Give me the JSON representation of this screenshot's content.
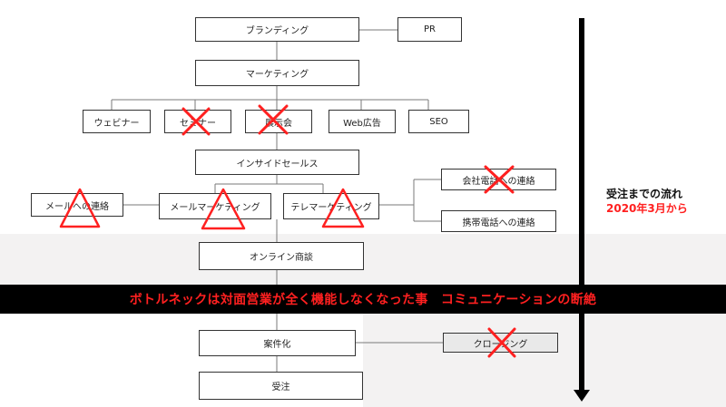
{
  "nodes": {
    "branding": "ブランディング",
    "pr": "PR",
    "marketing": "マーケティング",
    "webinar": "ウェビナー",
    "seminar": "セミナー",
    "exhibition": "展示会",
    "web_ad": "Web広告",
    "seo": "SEO",
    "inside_sales": "インサイドセールス",
    "mail_contact": "メールへの連絡",
    "mail_marketing": "メールマーケティング",
    "telemarketing": "テレマーケティング",
    "office_phone": "会社電話への連絡",
    "mobile_phone": "携帯電話への連絡",
    "online_meeting": "オンライン商談",
    "deal": "案件化",
    "closing": "クロージング",
    "order": "受注"
  },
  "banner_text": "ボトルネックは対面営業が全く機能しなくなった事　コミュニケーションの断絶",
  "side_label": {
    "line1": "受注までの流れ",
    "line2": "2020年3月から"
  },
  "colors": {
    "mark_red": "#ff2020",
    "banner_bg": "#000000",
    "banner_text": "#ff2020"
  },
  "marks": {
    "cross_icon": "cross-mark (not functioning)",
    "triangle_icon": "triangle-mark (partially functioning)"
  }
}
